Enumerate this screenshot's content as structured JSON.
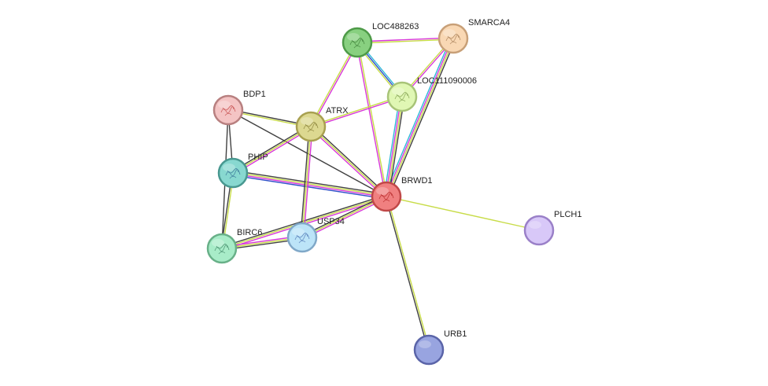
{
  "network": {
    "nodes": [
      {
        "id": "BRWD1",
        "label": "BRWD1",
        "fill": "#f08080",
        "stroke": "#c04848",
        "glyph": "#b02020",
        "center": true
      },
      {
        "id": "LOC488263",
        "label": "LOC488263",
        "fill": "#88d080",
        "stroke": "#4e9a48",
        "glyph": "#3a7a34"
      },
      {
        "id": "SMARCA4",
        "label": "SMARCA4",
        "fill": "#f9d8b4",
        "stroke": "#c8a078",
        "glyph": "#a07850"
      },
      {
        "id": "LOC111090006",
        "label": "LOC111090006",
        "fill": "#e0f7b4",
        "stroke": "#a8c478",
        "glyph": "#7a9a4a"
      },
      {
        "id": "BDP1",
        "label": "BDP1",
        "fill": "#f4c4c4",
        "stroke": "#b88080",
        "glyph": "#c04040"
      },
      {
        "id": "ATRX",
        "label": "ATRX",
        "fill": "#dcd890",
        "stroke": "#a8a050",
        "glyph": "#807830"
      },
      {
        "id": "PHIP",
        "label": "PHIP",
        "fill": "#88d8d0",
        "stroke": "#489890",
        "glyph": "#306a90"
      },
      {
        "id": "BIRC6",
        "label": "BIRC6",
        "fill": "#a8ecc8",
        "stroke": "#68b088",
        "glyph": "#3a8060"
      },
      {
        "id": "USP34",
        "label": "USP34",
        "fill": "#bce4f8",
        "stroke": "#80a8c8",
        "glyph": "#4a70b0"
      },
      {
        "id": "PLCH1",
        "label": "PLCH1",
        "fill": "#d8c8f8",
        "stroke": "#9a80c8",
        "glyph": "#9a80c8"
      },
      {
        "id": "URB1",
        "label": "URB1",
        "fill": "#98a4e0",
        "stroke": "#5a64a8",
        "glyph": "#5a64a8"
      }
    ],
    "edges": [
      {
        "source": "BRWD1",
        "target": "PLCH1",
        "colors": [
          "#c8dc48"
        ]
      },
      {
        "source": "BRWD1",
        "target": "URB1",
        "colors": [
          "#c8dc48",
          "#404040"
        ]
      },
      {
        "source": "BRWD1",
        "target": "SMARCA4",
        "colors": [
          "#30b8d8",
          "#d838d8",
          "#c8dc48",
          "#404040"
        ]
      },
      {
        "source": "BRWD1",
        "target": "LOC111090006",
        "colors": [
          "#30b8d8",
          "#d838d8",
          "#c8dc48",
          "#404040"
        ]
      },
      {
        "source": "BRWD1",
        "target": "LOC488263",
        "colors": [
          "#d838d8",
          "#c8dc48"
        ]
      },
      {
        "source": "BRWD1",
        "target": "ATRX",
        "colors": [
          "#d838d8",
          "#c8dc48",
          "#404040"
        ]
      },
      {
        "source": "BRWD1",
        "target": "BDP1",
        "colors": [
          "#404040"
        ]
      },
      {
        "source": "BRWD1",
        "target": "PHIP",
        "colors": [
          "#3050c8",
          "#d838d8",
          "#c8dc48",
          "#404040"
        ]
      },
      {
        "source": "BRWD1",
        "target": "BIRC6",
        "colors": [
          "#d838d8",
          "#c8dc48",
          "#404040"
        ]
      },
      {
        "source": "BRWD1",
        "target": "USP34",
        "colors": [
          "#d838d8",
          "#c8dc48",
          "#404040"
        ]
      },
      {
        "source": "LOC488263",
        "target": "SMARCA4",
        "colors": [
          "#d838d8",
          "#c8dc48"
        ]
      },
      {
        "source": "LOC488263",
        "target": "LOC111090006",
        "colors": [
          "#30b8d8",
          "#3050c8",
          "#c8dc48"
        ]
      },
      {
        "source": "LOC488263",
        "target": "ATRX",
        "colors": [
          "#d838d8",
          "#c8dc48"
        ]
      },
      {
        "source": "SMARCA4",
        "target": "LOC111090006",
        "colors": [
          "#d838d8",
          "#c8dc48"
        ]
      },
      {
        "source": "LOC111090006",
        "target": "ATRX",
        "colors": [
          "#d838d8",
          "#c8dc48"
        ]
      },
      {
        "source": "ATRX",
        "target": "BDP1",
        "colors": [
          "#c8dc48",
          "#404040"
        ]
      },
      {
        "source": "ATRX",
        "target": "PHIP",
        "colors": [
          "#d838d8",
          "#c8dc48",
          "#404040"
        ]
      },
      {
        "source": "ATRX",
        "target": "USP34",
        "colors": [
          "#d838d8",
          "#c8dc48",
          "#404040"
        ]
      },
      {
        "source": "BDP1",
        "target": "PHIP",
        "colors": [
          "#404040"
        ]
      },
      {
        "source": "BDP1",
        "target": "BIRC6",
        "colors": [
          "#404040"
        ]
      },
      {
        "source": "PHIP",
        "target": "BIRC6",
        "colors": [
          "#c8dc48",
          "#404040"
        ]
      },
      {
        "source": "BIRC6",
        "target": "USP34",
        "colors": [
          "#d838d8",
          "#c8dc48",
          "#404040"
        ]
      }
    ]
  }
}
